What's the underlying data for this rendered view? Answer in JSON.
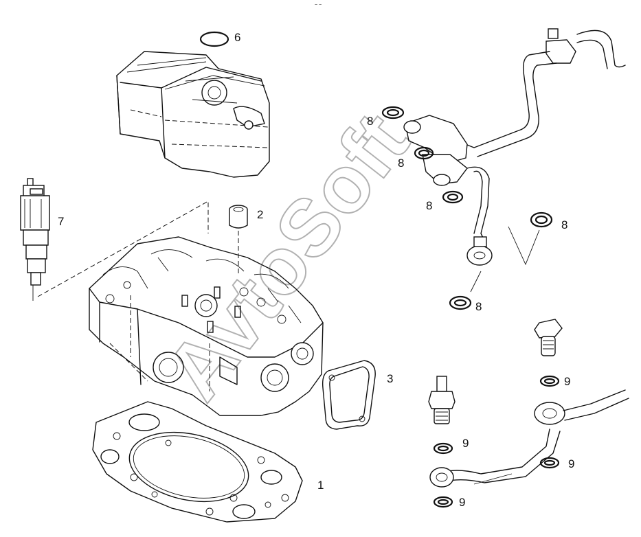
{
  "watermark": "AvtoSoft",
  "top_mark": "~ −",
  "callouts": {
    "c1": "1",
    "c2": "2",
    "c3": "3",
    "c6": "6",
    "c7": "7",
    "c8a": "8",
    "c8b": "8",
    "c8c": "8",
    "c8d": "8",
    "c8e": "8",
    "c9a": "9",
    "c9b": "9",
    "c9c": "9",
    "c9d": "9"
  },
  "parts": [
    {
      "callout": "1",
      "name": "cylinder-head-gasket"
    },
    {
      "callout": "2",
      "name": "valve-guide"
    },
    {
      "callout": "3",
      "name": "manifold-gasket"
    },
    {
      "callout": "6",
      "name": "o-ring"
    },
    {
      "callout": "7",
      "name": "injector"
    },
    {
      "callout": "8",
      "name": "sealing-washer"
    },
    {
      "callout": "9",
      "name": "sealing-washer"
    }
  ]
}
